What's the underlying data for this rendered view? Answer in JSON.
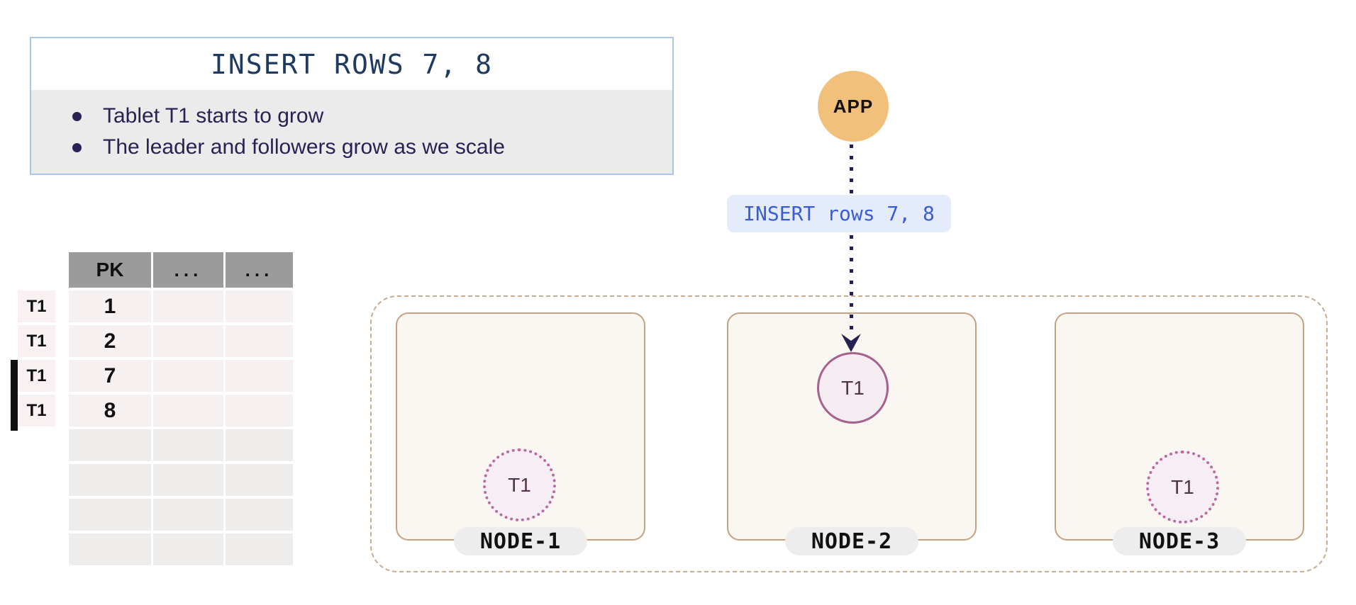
{
  "info_box": {
    "title": "INSERT ROWS 7, 8",
    "bullets": [
      "Tablet T1 starts to grow",
      "The leader and followers grow as we scale"
    ]
  },
  "app_node": {
    "label": "APP"
  },
  "query_label": {
    "text": "INSERT rows 7, 8"
  },
  "table": {
    "headers": {
      "pk": "PK",
      "col2": "...",
      "col3": "..."
    },
    "rows": [
      {
        "tablet": "T1",
        "pk": "1",
        "is_new": false
      },
      {
        "tablet": "T1",
        "pk": "2",
        "is_new": false
      },
      {
        "tablet": "T1",
        "pk": "7",
        "is_new": true
      },
      {
        "tablet": "T1",
        "pk": "8",
        "is_new": true
      }
    ],
    "empty_rows": 4
  },
  "cluster": {
    "nodes": [
      {
        "name": "NODE-1",
        "tablet": {
          "label": "T1",
          "role": "follower"
        }
      },
      {
        "name": "NODE-2",
        "tablet": {
          "label": "T1",
          "role": "leader"
        }
      },
      {
        "name": "NODE-3",
        "tablet": {
          "label": "T1",
          "role": "follower"
        }
      }
    ]
  },
  "colors": {
    "info_border": "#a9c7e8",
    "info_body_bg": "#ebebeb",
    "title_text": "#1e3a60",
    "bullet_text": "#272253",
    "table_header_bg": "#9b9b9b",
    "table_row_bg": "#f7f0f1",
    "table_empty_row_bg": "#eeedec",
    "new_row_marker": "#111111",
    "app_fill": "#f1c17c",
    "arrow": "#262052",
    "query_bg": "#e4ebfa",
    "query_text": "#3a5cd8",
    "cluster_border": "#c9ab90",
    "node_border": "#c3a183",
    "node_bg": "#faf7f3",
    "node_pill_bg": "#ededed",
    "leader_border": "#a5628c",
    "leader_bg": "#f4ecf1",
    "follower_border": "#b76b9e",
    "follower_bg": "#f6eef4",
    "tablet_text": "#513349"
  }
}
